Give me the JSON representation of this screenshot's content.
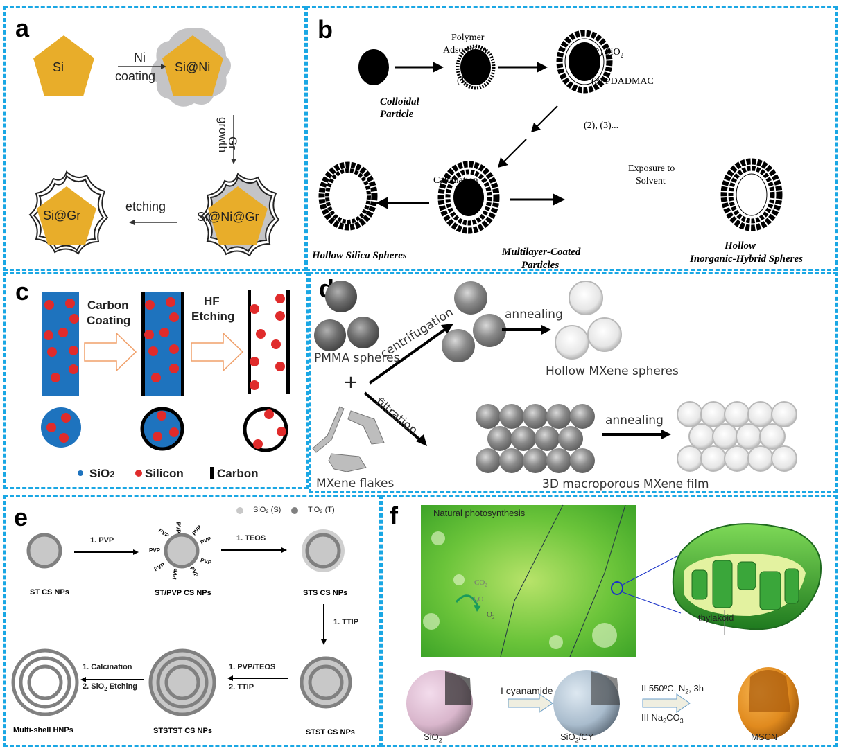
{
  "figure": {
    "panels": {
      "a": {
        "label": "a",
        "particles": [
          "Si",
          "Si@Ni",
          "Si@Ni@Gr",
          "Si@Gr"
        ],
        "steps": {
          "ni_coating_top": "Ni",
          "ni_coating_bottom": "coating",
          "gr_growth_1": "Gr",
          "gr_growth_2": "growth",
          "etching": "etching"
        },
        "colors": {
          "core": "#e8ad2a",
          "nickel": "#c0c0c2",
          "graphene": "#222222"
        }
      },
      "b": {
        "label": "b",
        "step1_top_1": "Polymer",
        "step1_top_2": "Adsorption",
        "step1_bottom": "(1)",
        "step2_top": "(2) SiO",
        "step2_top_sub": "2",
        "step2_bottom": "(3) PDADMAC",
        "step_repeat": "(2), (3)...",
        "calcination": "Calcination",
        "exposure_1": "Exposure to",
        "exposure_2": "Solvent",
        "captions": {
          "colloidal_1": "Colloidal",
          "colloidal_2": "Particle",
          "hollow_silica": "Hollow Silica  Spheres",
          "multilayer_1": "Multilayer-Coated",
          "multilayer_2": "Particles",
          "hybrid_1": "Hollow",
          "hybrid_2": "Inorganic-Hybrid Spheres"
        }
      },
      "c": {
        "label": "c",
        "step1_1": "Carbon",
        "step1_2": "Coating",
        "step2_1": "HF",
        "step2_2": "Etching",
        "legend": [
          {
            "label": "SiO",
            "sub": "2",
            "color": "#1e73be"
          },
          {
            "label": "Silicon",
            "color": "#e02b2b"
          },
          {
            "label": "Carbon",
            "color": "#000000"
          }
        ]
      },
      "d": {
        "label": "d",
        "pmma": "PMMA spheres",
        "plus": "+",
        "mxene_flakes": "MXene flakes",
        "centrifugation": "centrifugation",
        "filtration": "filtration",
        "annealing_top": "annealing",
        "annealing_bottom": "annealing",
        "hollow_spheres": "Hollow MXene spheres",
        "film": "3D macroporous MXene film"
      },
      "e": {
        "label": "e",
        "legend": [
          {
            "label": "SiO₂ (S)",
            "color": "#c8c8c8"
          },
          {
            "label": "TiO₂ (T)",
            "color": "#808080"
          }
        ],
        "steps": {
          "pvp": "1. PVP",
          "teos": "1. TEOS",
          "ttip": "1. TTIP",
          "pvp_teos": "1. PVP/TEOS",
          "ttip2": "2. TTIP",
          "calcination": "1. Calcination",
          "etching": "2. SiO",
          "etching_sub": "2",
          "etching_tail": " Etching"
        },
        "pvp_tag": "PVP",
        "captions": [
          "ST CS NPs",
          "ST/PVP CS NPs",
          "STS CS NPs",
          "STST CS NPs",
          "STSTST CS NPs",
          "Multi-shell HNPs"
        ]
      },
      "f": {
        "label": "f",
        "photo_title": "Natural photosynthesis",
        "co2": "CO",
        "co2_sub": "2",
        "h2o_1": "H",
        "h2o_sub": "2",
        "h2o_2": "O",
        "o2": "O",
        "o2_sub": "2",
        "thylakoid": "thylakoid",
        "step1": "I cyanamide",
        "step2_a": "II  550ºC, N",
        "step2_sub": "2",
        "step2_b": ", 3h",
        "step3_a": "III  Na",
        "step3_sub1": "2",
        "step3_b": "CO",
        "step3_sub2": "3",
        "captions": {
          "sio2": "SiO",
          "sio2_sub": "2",
          "sio2cy_a": "SiO",
          "sio2cy_sub": "2",
          "sio2cy_b": "/CY",
          "mscn": "MSCN"
        }
      }
    },
    "border_color": "#1aa7e4"
  }
}
